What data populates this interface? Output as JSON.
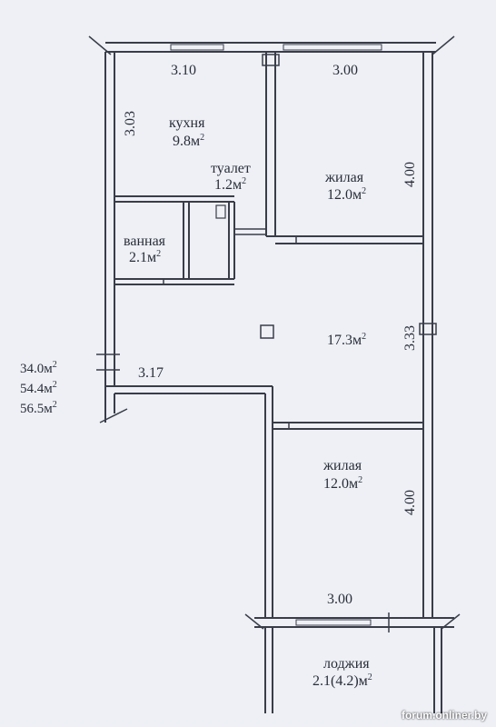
{
  "plan": {
    "dims": {
      "kitchen_width": "3.10",
      "top_right_width": "3.00",
      "kitchen_height": "3.03",
      "living1_height": "4.00",
      "hall_height": "3.33",
      "entry_width": "3.17",
      "living2_height": "4.00",
      "bottom_width": "3.00"
    },
    "rooms": {
      "kitchen": {
        "name": "кухня",
        "area": "9.8м"
      },
      "toilet": {
        "name": "туалет",
        "area": "1.2м"
      },
      "bathroom": {
        "name": "ванная",
        "area": "2.1м"
      },
      "living1": {
        "name": "жилая",
        "area": "12.0м"
      },
      "hall": {
        "area": "17.3м"
      },
      "living2": {
        "name": "жилая",
        "area": "12.0м"
      },
      "loggia": {
        "name": "лоджия",
        "area": "2.1(4.2)м"
      }
    },
    "sup": "2",
    "totals": [
      "34.0м",
      "54.4м",
      "56.5м"
    ]
  },
  "watermark": "forum.onliner.by"
}
